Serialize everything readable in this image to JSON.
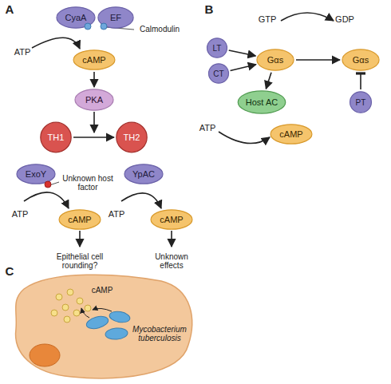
{
  "diagram": {
    "nodes": [
      {
        "text": [
          "CyaA"
        ]
      },
      {
        "text": [
          "EF"
        ]
      },
      {
        "text": [
          "cAMP"
        ]
      },
      {
        "text": [
          "PKA"
        ]
      },
      {
        "text": [
          "TH1"
        ]
      },
      {
        "text": [
          "TH2"
        ]
      },
      {
        "text": [
          "ExoY"
        ]
      },
      {
        "text": [
          "cAMP"
        ]
      },
      {
        "text": [
          "YpAC"
        ]
      },
      {
        "text": [
          "cAMP"
        ]
      },
      {
        "text": [
          "Gαs"
        ]
      },
      {
        "text": [
          "Gαs"
        ]
      },
      {
        "text": [
          "LT"
        ]
      },
      {
        "text": [
          "CT"
        ]
      },
      {
        "text": [
          "PT"
        ]
      },
      {
        "text": [
          "Host AC"
        ]
      },
      {
        "text": [
          "cAMP"
        ]
      }
    ],
    "edges": [
      {
        "from": 2,
        "to": 3,
        "arrow": "to"
      },
      {
        "from": 4,
        "to": 5,
        "arrow": "to"
      },
      {
        "from": 12,
        "to": 10,
        "arrow": "to"
      },
      {
        "from": 13,
        "to": 10,
        "arrow": "to"
      },
      {
        "from": 10,
        "to": 11,
        "arrow": "to"
      },
      {
        "from": 14,
        "to": 11,
        "arrow": "to"
      },
      {
        "from": 10,
        "to": 15,
        "arrow": "to"
      }
    ],
    "labels": [
      "A",
      "B",
      "C",
      "Calmodulin",
      "ATP",
      "Unknown host factor",
      "ATP",
      "Epithelial cell rounding?",
      "ATP",
      "Unknown effects",
      "GTP",
      "GDP",
      "ATP",
      "cAMP",
      "Mycobacterium tuberculosis"
    ]
  }
}
